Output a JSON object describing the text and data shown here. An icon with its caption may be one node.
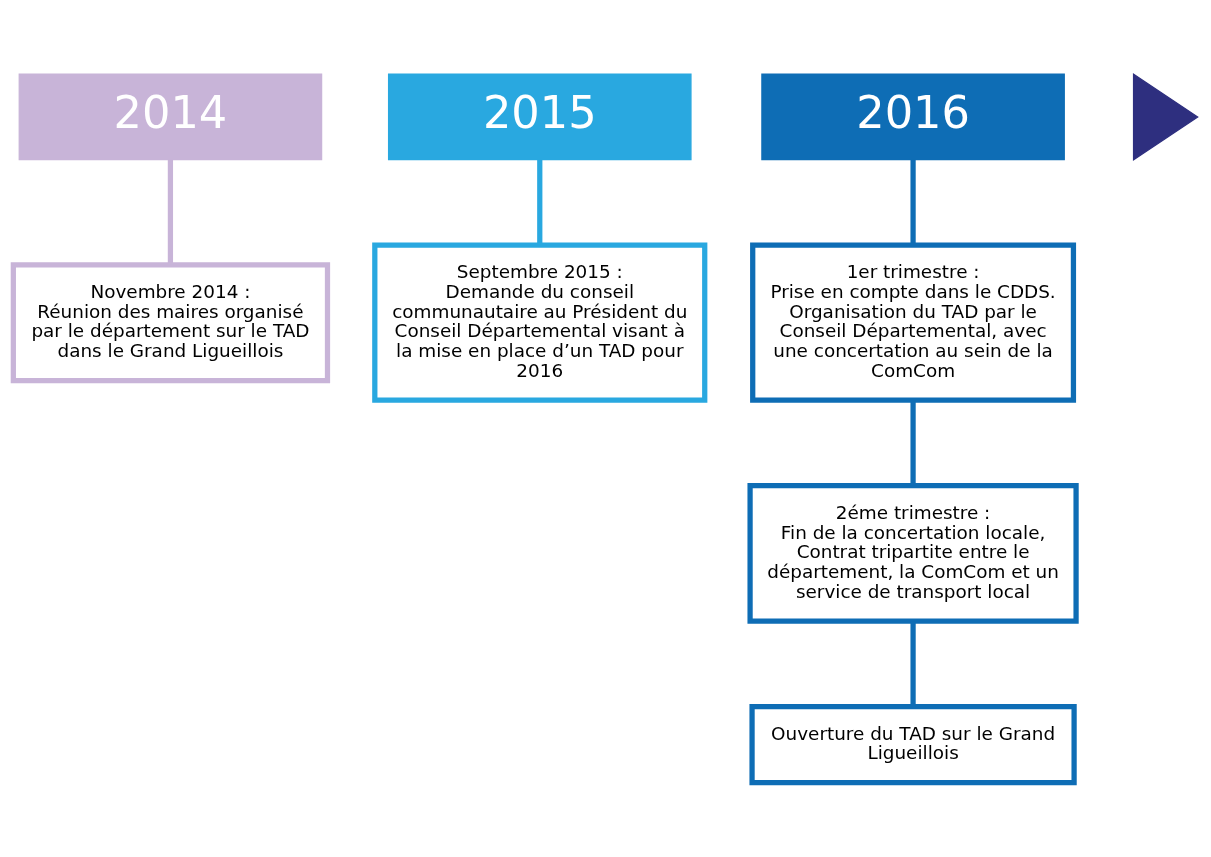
{
  "diagram": {
    "nodes": [
      {
        "text": [
          "2014"
        ]
      },
      {
        "text": [
          "2015"
        ]
      },
      {
        "text": [
          "2016"
        ]
      },
      {
        "text": [],
        "shape": "triangle"
      },
      {
        "text": [
          "Novembre 2014 :",
          "Réunion des maires organisé par le département sur le TAD dans le Grand Ligueillois"
        ]
      },
      {
        "text": [
          "Septembre 2015 :",
          "Demande du conseil communautaire au Président du Conseil Départemental visant à la mise en place d’un TAD pour 2016"
        ]
      },
      {
        "text": [
          "1er trimestre :",
          "Prise en compte dans le CDDS. Organisation du TAD par le Conseil Départemental, avec une concertation au sein de la ComCom"
        ]
      },
      {
        "text": [
          "2éme trimestre :",
          "Fin de la concertation locale, Contrat tripartite entre le département, la ComCom et un service de transport local"
        ]
      },
      {
        "text": [
          "Ouverture du TAD sur le Grand Ligueillois"
        ]
      }
    ],
    "edges": [
      {
        "from": 0,
        "to": 4,
        "arrow": "none",
        "color": "#c8b4d8"
      },
      {
        "from": 1,
        "to": 5,
        "arrow": "none",
        "color": "#29a8e0"
      },
      {
        "from": 2,
        "to": 6,
        "arrow": "none"
      },
      {
        "from": 6,
        "to": 7,
        "arrow": "none"
      },
      {
        "from": 7,
        "to": 8,
        "arrow": "none"
      }
    ]
  }
}
